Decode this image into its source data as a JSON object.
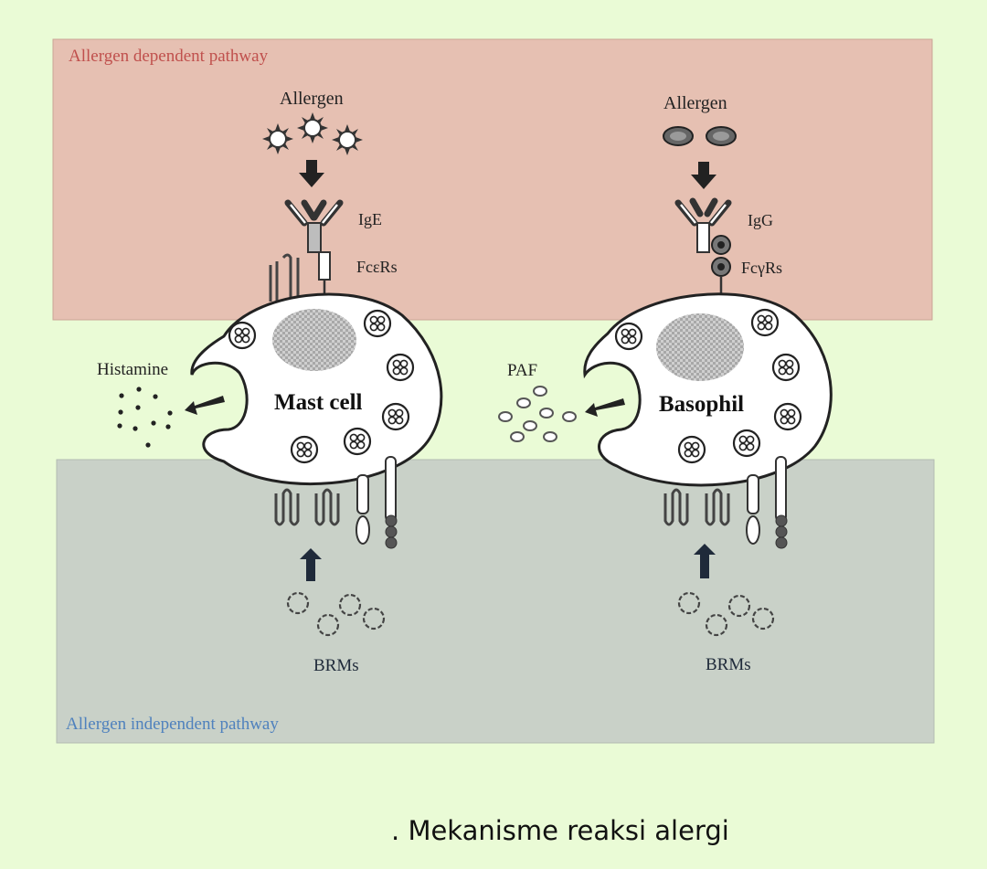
{
  "panels": {
    "top_label": "Allergen dependent pathway",
    "bottom_label": "Allergen independent pathway"
  },
  "left": {
    "allergen": "Allergen",
    "antibody": "IgE",
    "receptor": "FcεRs",
    "cell": "Mast cell",
    "mediator": "Histamine",
    "brms": "BRMs"
  },
  "right": {
    "allergen": "Allergen",
    "antibody": "IgG",
    "receptor": "FcγRs",
    "cell": "Basophil",
    "mediator": "PAF",
    "brms": "BRMs"
  },
  "caption": {
    "bullet": ".",
    "text": "Mekanisme reaksi alergi"
  },
  "colors": {
    "background": "#eafbd6",
    "top_panel": "#e6c0b2",
    "bottom_panel": "#c9d1c8",
    "top_label": "#c0504d",
    "bottom_label": "#4f81bd",
    "outline": "#222222"
  }
}
